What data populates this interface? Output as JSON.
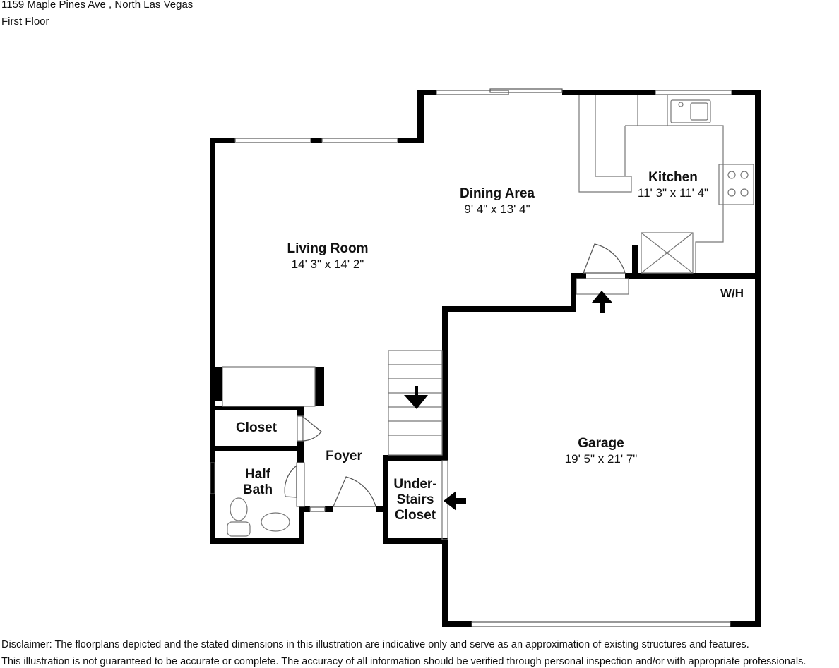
{
  "header": {
    "address": "1159 Maple Pines Ave , North Las Vegas",
    "floor": "First Floor"
  },
  "rooms": {
    "living": {
      "name": "Living Room",
      "dims": "14' 3\" x 14' 2\""
    },
    "dining": {
      "name": "Dining Area",
      "dims": "9' 4\" x 13' 4\""
    },
    "kitchen": {
      "name": "Kitchen",
      "dims": "11' 3\" x 11' 4\""
    },
    "garage": {
      "name": "Garage",
      "dims": "19' 5\" x 21' 7\""
    },
    "closet": {
      "name": "Closet"
    },
    "half_bath": {
      "name_line1": "Half",
      "name_line2": "Bath"
    },
    "foyer": {
      "name": "Foyer"
    },
    "under_stairs": {
      "line1": "Under-",
      "line2": "Stairs",
      "line3": "Closet"
    },
    "wh": "W/H"
  },
  "disclaimer": {
    "line1": "Disclaimer: The floorplans depicted and the stated dimensions in this illustration are indicative only and serve as an approximation of existing structures and features.",
    "line2": "This illustration is not guaranteed to be accurate or complete. The accuracy of all information should be verified through personal inspection and/or with appropriate professionals."
  },
  "colors": {
    "wall": "#000000",
    "fixture": "#666666",
    "background": "#ffffff"
  }
}
